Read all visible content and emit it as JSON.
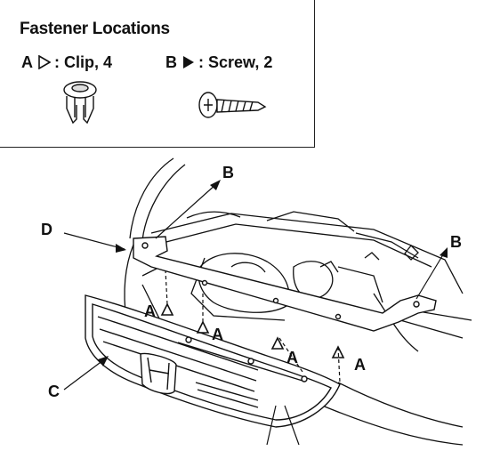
{
  "legend": {
    "title": "Fastener Locations",
    "clip": {
      "letter": "A",
      "text": ": Clip, 4",
      "symbol": "hollow-triangle-icon"
    },
    "screw": {
      "letter": "B",
      "text": ": Screw, 2",
      "symbol": "filled-triangle-icon"
    }
  },
  "callouts": {
    "a": "A",
    "b": "B",
    "c": "C",
    "d": "D"
  }
}
